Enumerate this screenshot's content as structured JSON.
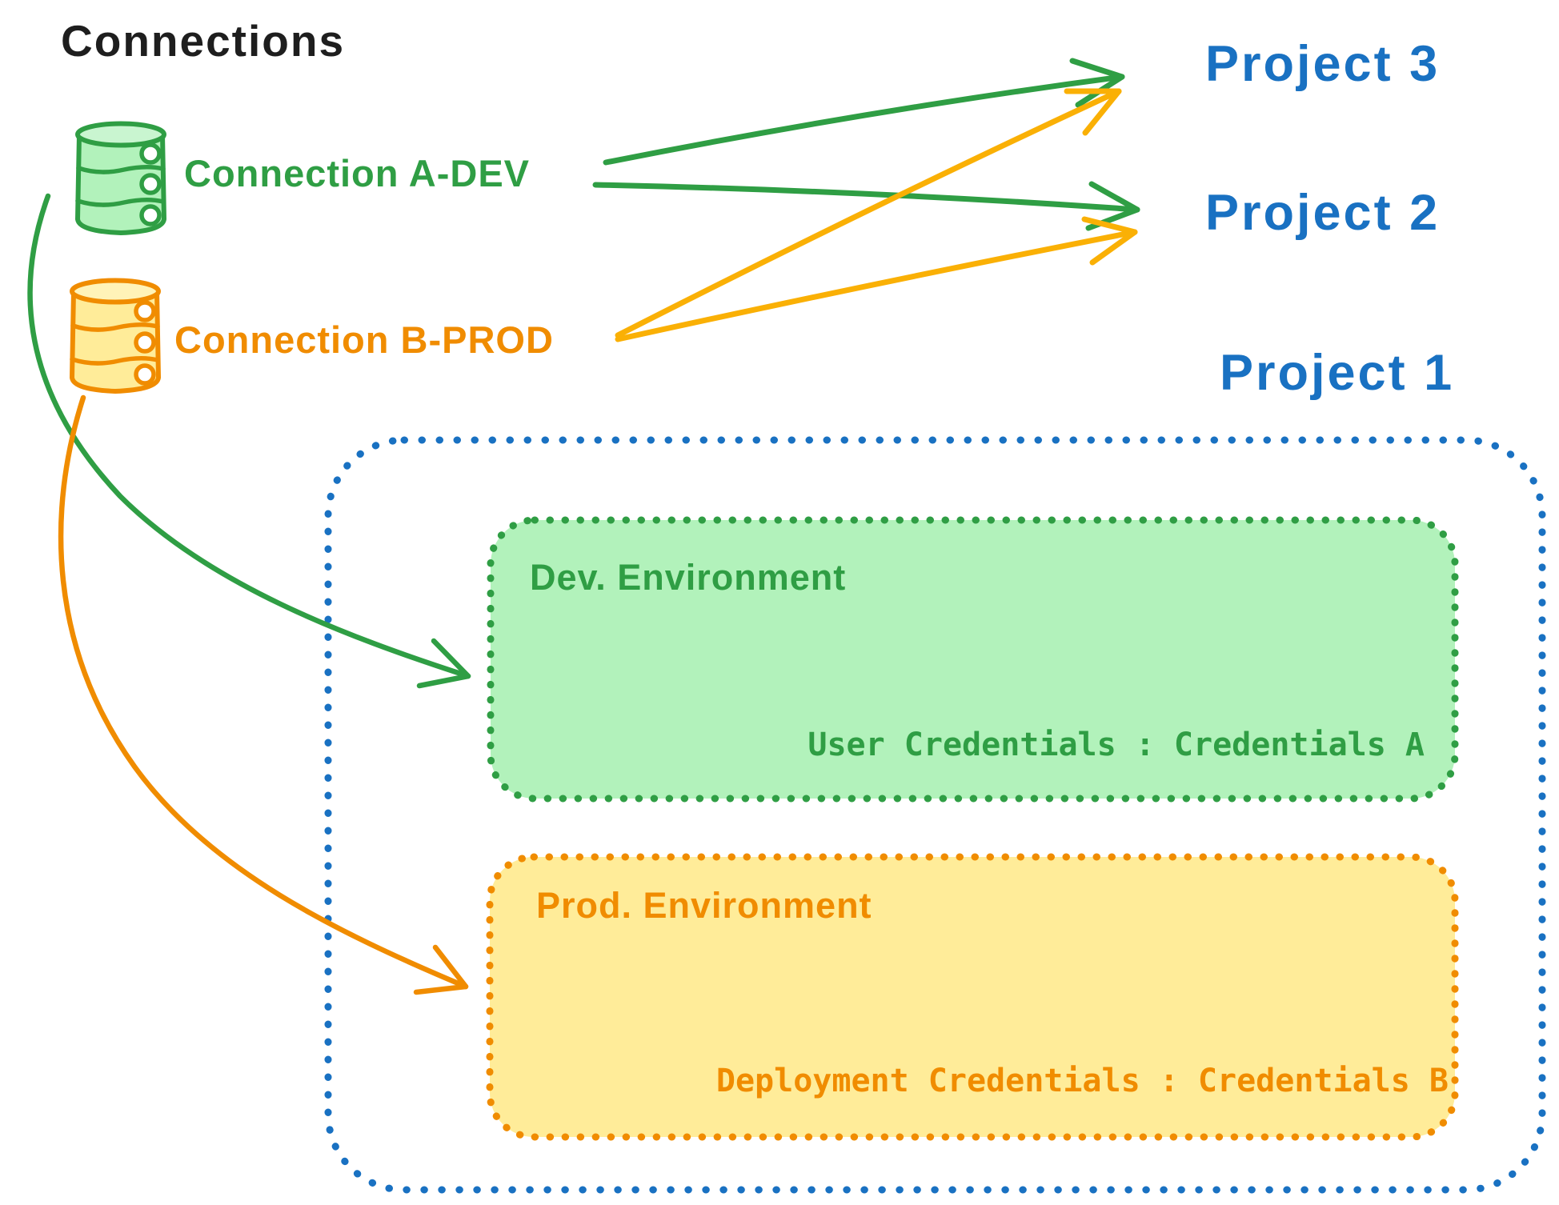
{
  "title": "Connections",
  "colors": {
    "ink": "#1e1e1e",
    "blue": "#1971c2",
    "green_stroke": "#2f9e44",
    "green_fill": "#b2f2bb",
    "orange_stroke": "#f08c00",
    "orange_fill": "#ffec99",
    "amber_arrow": "#fab005"
  },
  "connections": {
    "a": {
      "label": "Connection A-DEV",
      "icon": "database-icon",
      "color": "#2f9e44"
    },
    "b": {
      "label": "Connection B-PROD",
      "icon": "database-icon",
      "color": "#f08c00"
    }
  },
  "projects": {
    "p3": {
      "label": "Project 3"
    },
    "p2": {
      "label": "Project 2"
    },
    "p1": {
      "label": "Project 1"
    }
  },
  "project1_detail": {
    "dev": {
      "label": "Dev. Environment",
      "credentials": "User Credentials : Credentials A"
    },
    "prod": {
      "label": "Prod. Environment",
      "credentials": "Deployment Credentials : Credentials B"
    }
  },
  "edges": [
    {
      "from": "Connection A-DEV",
      "to": "Project 3",
      "color": "#2f9e44"
    },
    {
      "from": "Connection A-DEV",
      "to": "Project 2",
      "color": "#2f9e44"
    },
    {
      "from": "Connection B-PROD",
      "to": "Project 3",
      "color": "#fab005"
    },
    {
      "from": "Connection B-PROD",
      "to": "Project 2",
      "color": "#fab005"
    },
    {
      "from": "Connection A-DEV",
      "to": "Dev. Environment",
      "color": "#2f9e44"
    },
    {
      "from": "Connection B-PROD",
      "to": "Prod. Environment",
      "color": "#f08c00"
    }
  ]
}
